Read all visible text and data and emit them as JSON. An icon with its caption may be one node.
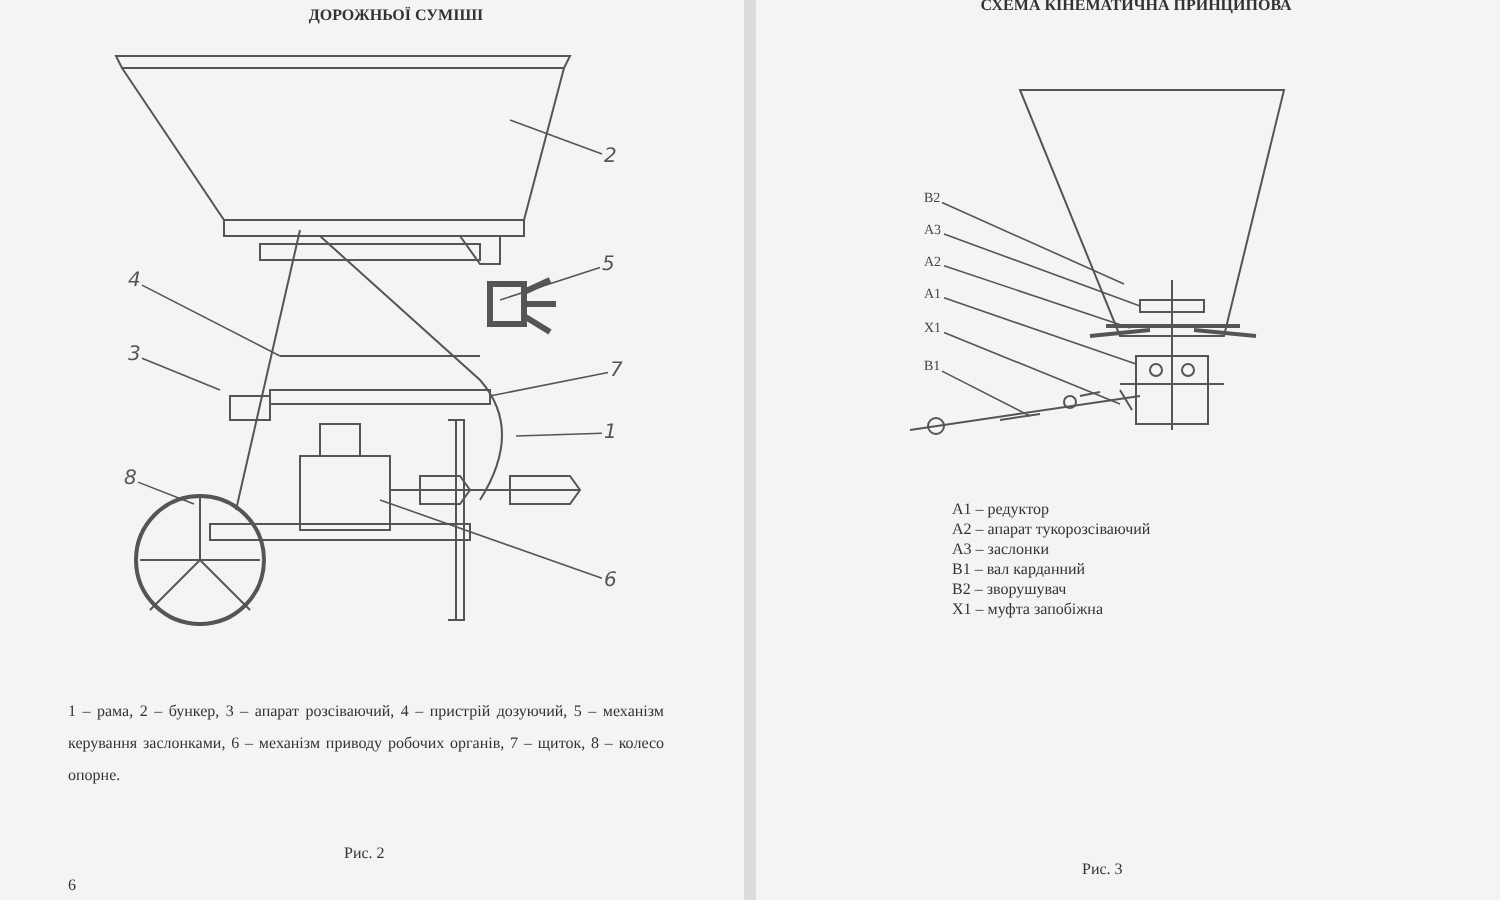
{
  "diagram": {
    "nodes": [
      {
        "text": [
          "2"
        ]
      },
      {
        "text": [
          "5"
        ]
      },
      {
        "text": [
          "4"
        ]
      },
      {
        "text": [
          "3"
        ]
      },
      {
        "text": [
          "7"
        ]
      },
      {
        "text": [
          "1"
        ]
      },
      {
        "text": [
          "8"
        ]
      },
      {
        "text": [
          "6"
        ]
      },
      {
        "text": [
          "В2"
        ]
      },
      {
        "text": [
          "А3"
        ]
      },
      {
        "text": [
          "А2"
        ]
      },
      {
        "text": [
          "А1"
        ]
      },
      {
        "text": [
          "Х1"
        ]
      },
      {
        "text": [
          "В1"
        ]
      }
    ],
    "edges": [
      {
        "from": 0,
        "to": null,
        "arrow": "none"
      },
      {
        "from": 1,
        "to": null,
        "arrow": "none"
      },
      {
        "from": 2,
        "to": null,
        "arrow": "none"
      },
      {
        "from": 3,
        "to": null,
        "arrow": "none"
      },
      {
        "from": 4,
        "to": null,
        "arrow": "none"
      },
      {
        "from": 5,
        "to": null,
        "arrow": "none"
      },
      {
        "from": 6,
        "to": null,
        "arrow": "none"
      },
      {
        "from": 7,
        "to": null,
        "arrow": "none"
      },
      {
        "from": 8,
        "to": null,
        "arrow": "none"
      },
      {
        "from": 9,
        "to": null,
        "arrow": "none"
      },
      {
        "from": 10,
        "to": null,
        "arrow": "none"
      },
      {
        "from": 11,
        "to": null,
        "arrow": "none"
      },
      {
        "from": 12,
        "to": null,
        "arrow": "none"
      },
      {
        "from": 13,
        "to": null,
        "arrow": "none"
      }
    ],
    "labels": [
      "ДОРОЖНЬОЇ СУМІШІ",
      "СХЕМА КІНЕМАТИЧНА ПРИНЦИПОВА",
      "А1 – редуктор",
      "А2 – апарат тукорозсіваючий",
      "А3 – заслонки",
      "В1 – вал карданний",
      "В2 – зворушувач",
      "Х1 – муфта запобіжна",
      "1 – рама, 2 – бункер, 3 – апарат розсіваючий, 4 – пристрій дозуючий, 5 – механізм керування заслонками, 6 – механізм приводу робочих органів, 7 – щиток, 8 – колесо опорне.",
      "Рис. 2",
      "Рис. 3",
      "6"
    ]
  }
}
